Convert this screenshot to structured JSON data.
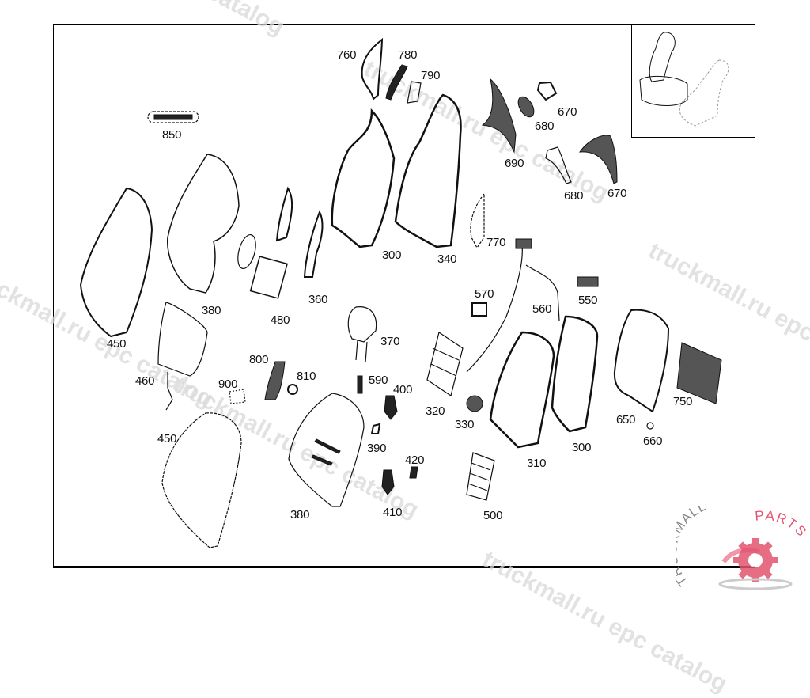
{
  "diagram": {
    "title": "Seat exploded view",
    "watermark_text": "truckmall.ru epc catalog",
    "logo": {
      "text_left": "TRUCKMALL",
      "text_right": "PARTS",
      "icon": "gear-icon",
      "accent_color": "#e3546f"
    },
    "labels": {
      "p760": "760",
      "p780": "780",
      "p790": "790",
      "p850": "850",
      "p670a": "670",
      "p680a": "680",
      "p690": "690",
      "p680b": "680",
      "p670b": "670",
      "p300a": "300",
      "p340": "340",
      "p770": "770",
      "p450a": "450",
      "p380a": "380",
      "p480": "480",
      "p360": "360",
      "p570": "570",
      "p550": "550",
      "p560": "560",
      "p460": "460",
      "p800": "800",
      "p810": "810",
      "p900": "900",
      "p370": "370",
      "p590": "590",
      "p400": "400",
      "p320": "320",
      "p330": "330",
      "p310": "310",
      "p300b": "300",
      "p650": "650",
      "p660": "660",
      "p750": "750",
      "p450b": "450",
      "p380b": "380",
      "p390": "390",
      "p420": "420",
      "p410": "410",
      "p500": "500"
    }
  }
}
